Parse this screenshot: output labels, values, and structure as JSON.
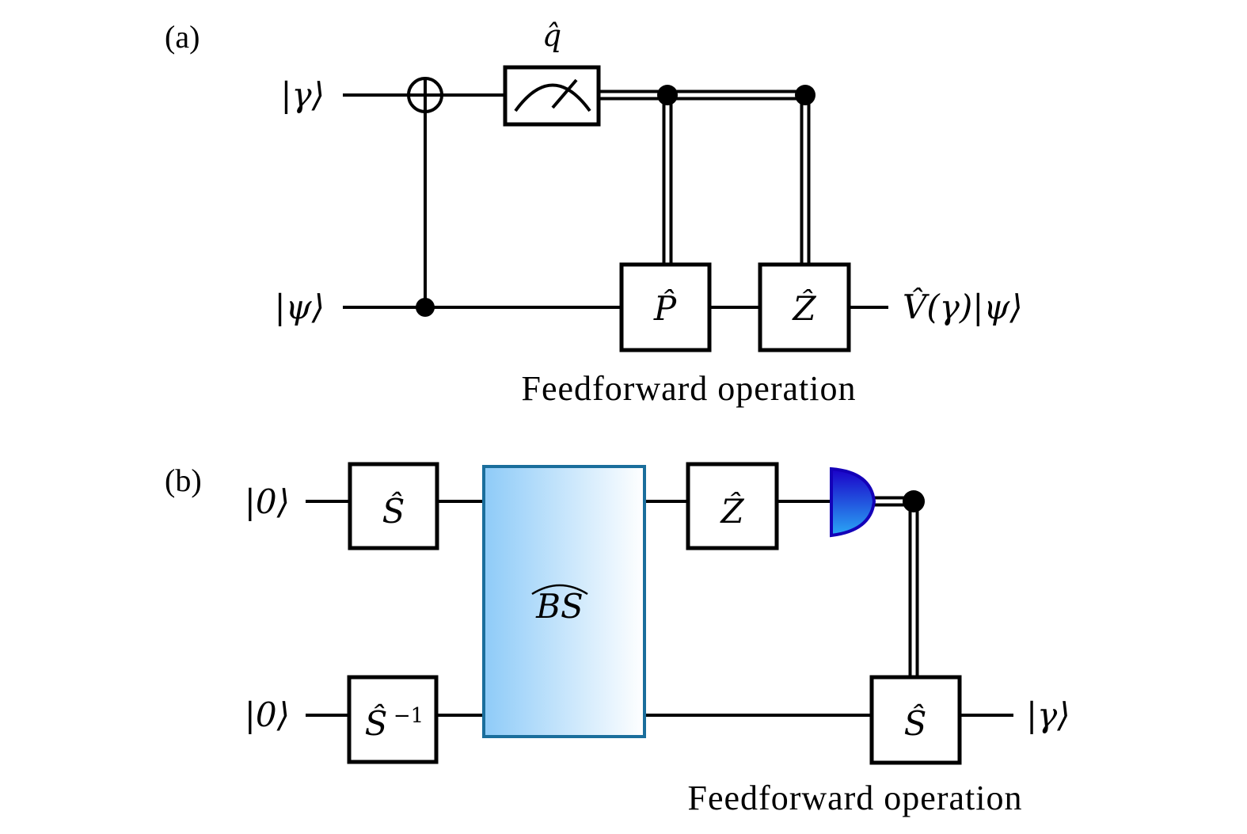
{
  "panel_a": {
    "label": "(a)",
    "inputs": {
      "top": "|γ⟩",
      "bottom": "|ψ⟩"
    },
    "measurement_label": "q̂",
    "gates": {
      "p": "P̂",
      "z": "Ẑ"
    },
    "output": "V̂(γ)|ψ⟩",
    "caption": "Feedforward operation"
  },
  "panel_b": {
    "label": "(b)",
    "inputs": {
      "top": "|0⟩",
      "bottom": "|0⟩"
    },
    "gates": {
      "s_top": "Ŝ",
      "s_inv_base": "Ŝ",
      "s_inv_exp": "−1",
      "bs": "BS",
      "z": "Ẑ",
      "s_out": "Ŝ"
    },
    "output": "|γ⟩",
    "caption": "Feedforward operation",
    "colors": {
      "bs_gradient_start": "#8ecbf8",
      "bs_gradient_end": "#ffffff",
      "bs_border": "#1a6e9c",
      "detector_top": "#1a00c8",
      "detector_bottom": "#2aa8f5"
    }
  }
}
